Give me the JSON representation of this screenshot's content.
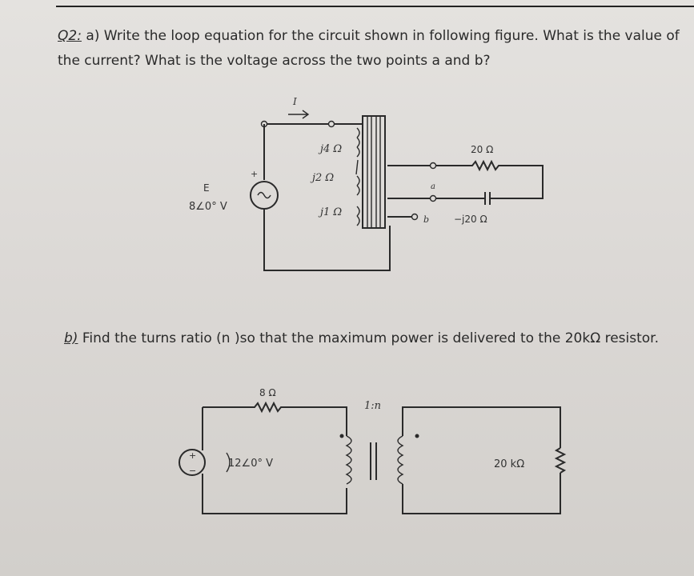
{
  "part_a": {
    "label": "Q2:",
    "text": "a) Write the loop equation for the circuit shown in following figure. What is the value of the current? What is the voltage across the two points a and b?",
    "circuit1": {
      "current_label": "I",
      "source_name": "E",
      "source_value": "8∠0° V",
      "source_plus": "+",
      "j4": "j4 Ω",
      "j2": "j2 Ω",
      "j1": "j1 Ω",
      "r20": "20 Ω",
      "cap": "−j20 Ω",
      "node_a": "a",
      "node_b": "b"
    }
  },
  "part_b": {
    "label": "b)",
    "text": "Find the turns ratio (n )so that the maximum power is delivered to the 20kΩ resistor.",
    "circuit2": {
      "r8": "8 Ω",
      "source_value": "12∠0° V",
      "ratio": "1:n",
      "load": "20 kΩ",
      "plus": "+",
      "minus": "−"
    }
  }
}
